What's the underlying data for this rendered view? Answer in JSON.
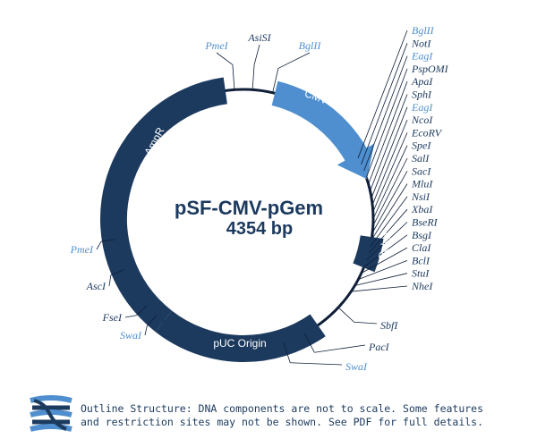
{
  "plasmid": {
    "name": "pSF-CMV-pGem",
    "size": "4354 bp"
  },
  "colors": {
    "dark": "#1c3a5e",
    "light": "#4f8fcf",
    "ring": "#0f1f38"
  },
  "features": [
    {
      "name": "AmpR",
      "color": "#1c3a5e"
    },
    {
      "name": "CMV",
      "color": "#4f8fcf"
    },
    {
      "name": "PolyA",
      "color": "#1c3a5e"
    },
    {
      "name": "pUC Origin",
      "color": "#1c3a5e"
    }
  ],
  "sites_top": [
    {
      "name": "PmeI",
      "style": "light"
    },
    {
      "name": "AsiSI",
      "style": "dark"
    },
    {
      "name": "BglII",
      "style": "light"
    }
  ],
  "sites_right": [
    {
      "name": "BglII",
      "style": "light"
    },
    {
      "name": "NotI",
      "style": "dark"
    },
    {
      "name": "EagI",
      "style": "light"
    },
    {
      "name": "PspOMI",
      "style": "dark"
    },
    {
      "name": "ApaI",
      "style": "dark"
    },
    {
      "name": "SphI",
      "style": "dark"
    },
    {
      "name": "EagI",
      "style": "light"
    },
    {
      "name": "NcoI",
      "style": "dark"
    },
    {
      "name": "EcoRV",
      "style": "dark"
    },
    {
      "name": "SpeI",
      "style": "dark"
    },
    {
      "name": "SalI",
      "style": "dark"
    },
    {
      "name": "SacI",
      "style": "dark"
    },
    {
      "name": "MluI",
      "style": "dark"
    },
    {
      "name": "NsiI",
      "style": "dark"
    },
    {
      "name": "XbaI",
      "style": "dark"
    },
    {
      "name": "BseRI",
      "style": "dark"
    },
    {
      "name": "BsgI",
      "style": "dark"
    },
    {
      "name": "ClaI",
      "style": "dark"
    },
    {
      "name": "BclI",
      "style": "dark"
    },
    {
      "name": "StuI",
      "style": "dark"
    },
    {
      "name": "NheI",
      "style": "dark"
    }
  ],
  "sites_bottom_right": [
    {
      "name": "SbfI",
      "style": "dark"
    },
    {
      "name": "PacI",
      "style": "dark"
    },
    {
      "name": "SwaI",
      "style": "light"
    }
  ],
  "sites_left": [
    {
      "name": "PmeI",
      "style": "light"
    },
    {
      "name": "AscI",
      "style": "dark"
    },
    {
      "name": "FseI",
      "style": "dark"
    },
    {
      "name": "SwaI",
      "style": "light"
    }
  ],
  "footer": {
    "line1": "Outline Structure: DNA components are not to scale. Some features",
    "line2": "and restriction sites may not be shown. See PDF for full details."
  }
}
